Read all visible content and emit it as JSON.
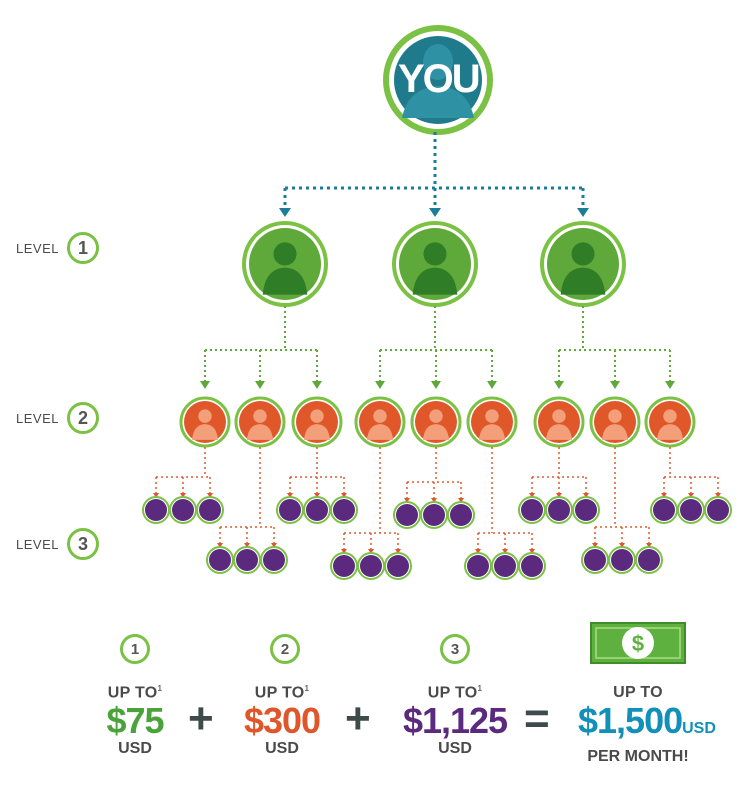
{
  "top": {
    "label": "YOU"
  },
  "levels": [
    {
      "text": "LEVEL",
      "number": "1"
    },
    {
      "text": "LEVEL",
      "number": "2"
    },
    {
      "text": "LEVEL",
      "number": "3"
    }
  ],
  "summary": {
    "level1": {
      "badge": "1",
      "upto": "UP TO",
      "note": "1",
      "amount": "$75",
      "unit": "USD"
    },
    "level2": {
      "badge": "2",
      "upto": "UP TO",
      "note": "1",
      "amount": "$300",
      "unit": "USD"
    },
    "level3": {
      "badge": "3",
      "upto": "UP TO",
      "note": "1",
      "amount": "$1,125",
      "unit": "USD"
    },
    "plus": "+",
    "equals": "=",
    "total": {
      "upto": "UP TO",
      "amount": "$1,500",
      "unit": "USD",
      "period": "PER MONTH!"
    },
    "money_icon_symbol": "$"
  },
  "colors": {
    "green": "#5fa83a",
    "green_light": "#7bc144",
    "orange": "#e0582a",
    "purple": "#5b2a7e",
    "teal": "#1a7e96",
    "blue_total": "#1190ba",
    "amount1": "#4aa23b",
    "amount2": "#e0562b",
    "amount3": "#5b2a7e"
  }
}
